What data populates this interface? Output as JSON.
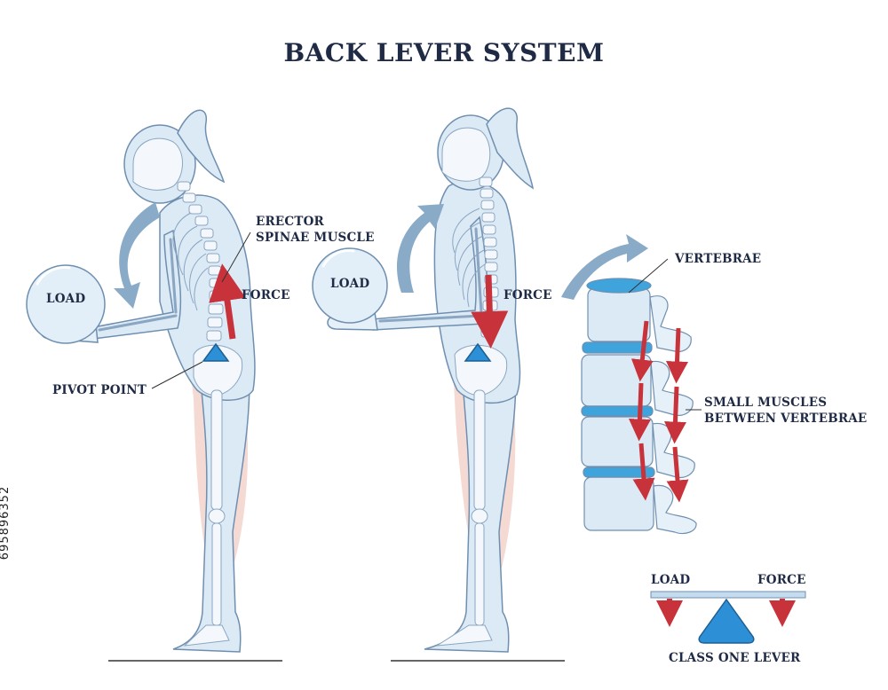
{
  "title": "BACK LEVER SYSTEM",
  "figure_left": {
    "load_label": "LOAD",
    "muscle_label_line1": "ERECTOR",
    "muscle_label_line2": "SPINAE MUSCLE",
    "force_label": "FORCE",
    "pivot_label": "PIVOT POINT"
  },
  "figure_middle": {
    "load_label": "LOAD",
    "force_label": "FORCE"
  },
  "spine_detail": {
    "vertebrae_label": "VERTEBRAE",
    "muscles_label_line1": "SMALL MUSCLES",
    "muscles_label_line2": "BETWEEN VERTEBRAE"
  },
  "lever_diagram": {
    "load_label": "LOAD",
    "force_label": "FORCE",
    "caption": "CLASS ONE LEVER"
  },
  "stock_id": "695896352",
  "colors": {
    "body_fill": "#dceaf5",
    "body_outline": "#6f8fb0",
    "bone": "#f4f8fc",
    "muscle_glow": "#f1cdc6",
    "force_arrow": "#c8323a",
    "pivot": "#2d8fd6",
    "rotation_arrow": "#8aabc8",
    "text": "#1f2a44",
    "disc": "#3fa3dc"
  }
}
